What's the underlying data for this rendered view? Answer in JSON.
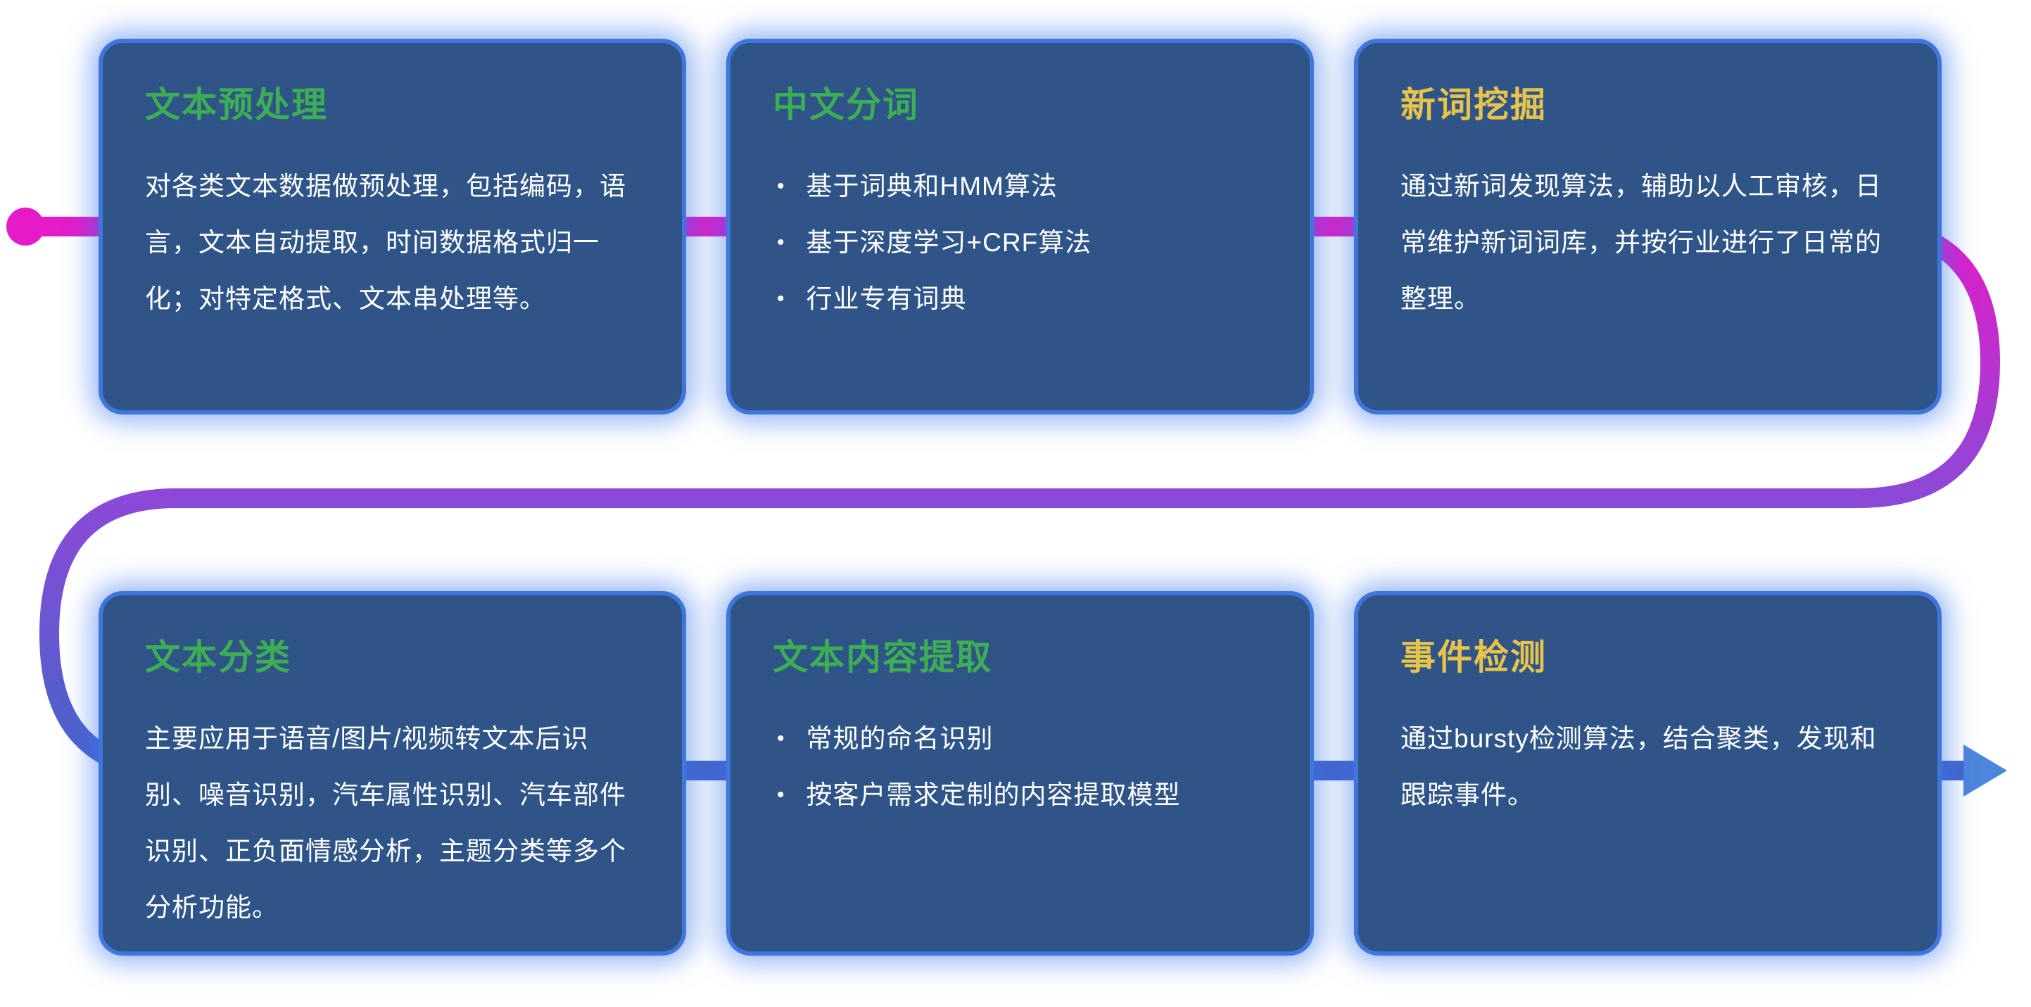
{
  "page": {
    "background": "#ffffff"
  },
  "flow": {
    "start_dot_color": "#e51bc8",
    "gradient": {
      "top": "#e51bc8",
      "middle": "#8b49d6",
      "bottom": "#4565cb"
    },
    "arrow_color": "#4e86db",
    "line_width": 28
  },
  "colors": {
    "card_background": "#2f5488",
    "card_border_glow": "#427ae4",
    "title_green": "#3eae54",
    "title_yellow": "#e7c34a",
    "body_text": "#ffffff"
  },
  "cards": [
    {
      "name": "text-preprocessing",
      "title": "文本预处理",
      "title_color": "#3eae54",
      "body": "对各类文本数据做预处理，包括编码，语言，文本自动提取，时间数据格式归一化；对特定格式、文本串处理等。",
      "bullets": []
    },
    {
      "name": "chinese-word-segmentation",
      "title": "中文分词",
      "title_color": "#3eae54",
      "body": "",
      "bullets": [
        "基于词典和HMM算法",
        "基于深度学习+CRF算法",
        "行业专有词典"
      ]
    },
    {
      "name": "new-word-mining",
      "title": "新词挖掘",
      "title_color": "#e7c34a",
      "body": "通过新词发现算法，辅助以人工审核，日常维护新词词库，并按行业进行了日常的整理。",
      "bullets": []
    },
    {
      "name": "text-classification",
      "title": "文本分类",
      "title_color": "#3eae54",
      "body": "主要应用于语音/图片/视频转文本后识别、噪音识别，汽车属性识别、汽车部件识别、正负面情感分析，主题分类等多个分析功能。",
      "bullets": []
    },
    {
      "name": "text-content-extraction",
      "title": "文本内容提取",
      "title_color": "#3eae54",
      "body": "",
      "bullets": [
        "常规的命名识别",
        "按客户需求定制的内容提取模型"
      ]
    },
    {
      "name": "event-detection",
      "title": "事件检测",
      "title_color": "#e7c34a",
      "body": "通过bursty检测算法，结合聚类，发现和跟踪事件。",
      "bullets": []
    }
  ]
}
